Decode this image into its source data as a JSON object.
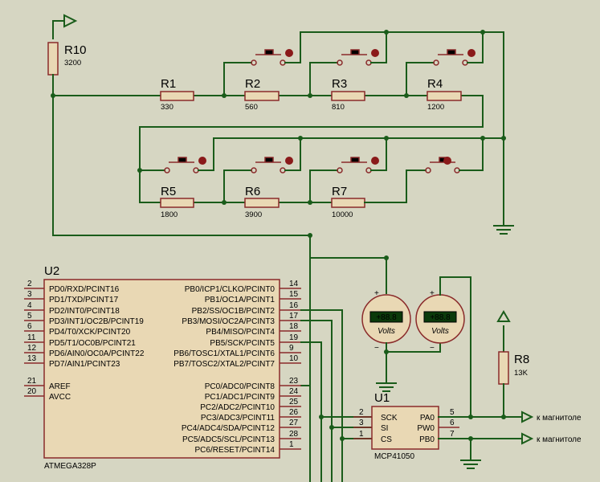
{
  "resistors": [
    {
      "ref": "R10",
      "value": "3200"
    },
    {
      "ref": "R1",
      "value": "330"
    },
    {
      "ref": "R2",
      "value": "560"
    },
    {
      "ref": "R3",
      "value": "810"
    },
    {
      "ref": "R4",
      "value": "1200"
    },
    {
      "ref": "R5",
      "value": "1800"
    },
    {
      "ref": "R6",
      "value": "3900"
    },
    {
      "ref": "R7",
      "value": "10000"
    },
    {
      "ref": "R8",
      "value": "13K"
    }
  ],
  "mcu": {
    "ref": "U2",
    "part": "ATMEGA328P",
    "left_pins": [
      {
        "num": "2",
        "name": "PD0/RXD/PCINT16"
      },
      {
        "num": "3",
        "name": "PD1/TXD/PCINT17"
      },
      {
        "num": "4",
        "name": "PD2/INT0/PCINT18"
      },
      {
        "num": "5",
        "name": "PD3/INT1/OC2B/PCINT19"
      },
      {
        "num": "6",
        "name": "PD4/T0/XCK/PCINT20"
      },
      {
        "num": "11",
        "name": "PD5/T1/OC0B/PCINT21"
      },
      {
        "num": "12",
        "name": "PD6/AIN0/OC0A/PCINT22"
      },
      {
        "num": "13",
        "name": "PD7/AIN1/PCINT23"
      },
      {
        "num": "21",
        "name": "AREF"
      },
      {
        "num": "20",
        "name": "AVCC"
      }
    ],
    "right_pins": [
      {
        "num": "14",
        "name": "PB0/ICP1/CLKO/PCINT0"
      },
      {
        "num": "15",
        "name": "PB1/OC1A/PCINT1"
      },
      {
        "num": "16",
        "name": "PB2/SS/OC1B/PCINT2"
      },
      {
        "num": "17",
        "name": "PB3/MOSI/OC2A/PCINT3"
      },
      {
        "num": "18",
        "name": "PB4/MISO/PCINT4"
      },
      {
        "num": "19",
        "name": "PB5/SCK/PCINT5"
      },
      {
        "num": "9",
        "name": "PB6/TOSC1/XTAL1/PCINT6"
      },
      {
        "num": "10",
        "name": "PB7/TOSC2/XTAL2/PCINT7"
      },
      {
        "num": "23",
        "name": "PC0/ADC0/PCINT8"
      },
      {
        "num": "24",
        "name": "PC1/ADC1/PCINT9"
      },
      {
        "num": "25",
        "name": "PC2/ADC2/PCINT10"
      },
      {
        "num": "26",
        "name": "PC3/ADC3/PCINT11"
      },
      {
        "num": "27",
        "name": "PC4/ADC4/SDA/PCINT12"
      },
      {
        "num": "28",
        "name": "PC5/ADC5/SCL/PCINT13"
      },
      {
        "num": "1",
        "name": "PC6/RESET/PCINT14"
      }
    ]
  },
  "potentiometer": {
    "ref": "U1",
    "part": "MCP41050",
    "left_pins": [
      {
        "num": "2",
        "name": "SCK"
      },
      {
        "num": "3",
        "name": "SI"
      },
      {
        "num": "1",
        "name": "CS"
      }
    ],
    "right_pins": [
      {
        "num": "5",
        "name": "PA0"
      },
      {
        "num": "6",
        "name": "PW0"
      },
      {
        "num": "7",
        "name": "PB0"
      }
    ]
  },
  "voltmeters": [
    {
      "display": "+88.8",
      "unit": "Volts",
      "plus": "+",
      "minus": "−"
    },
    {
      "display": "+88.8",
      "unit": "Volts",
      "plus": "+",
      "minus": "−"
    }
  ],
  "outputs": [
    "к магнитоле",
    "к магнитоле"
  ],
  "colors": {
    "wire": "#1a5c1a",
    "component_outline": "#8a2a2a",
    "component_fill": "#e9d8b4",
    "background": "#d6d6c2"
  }
}
